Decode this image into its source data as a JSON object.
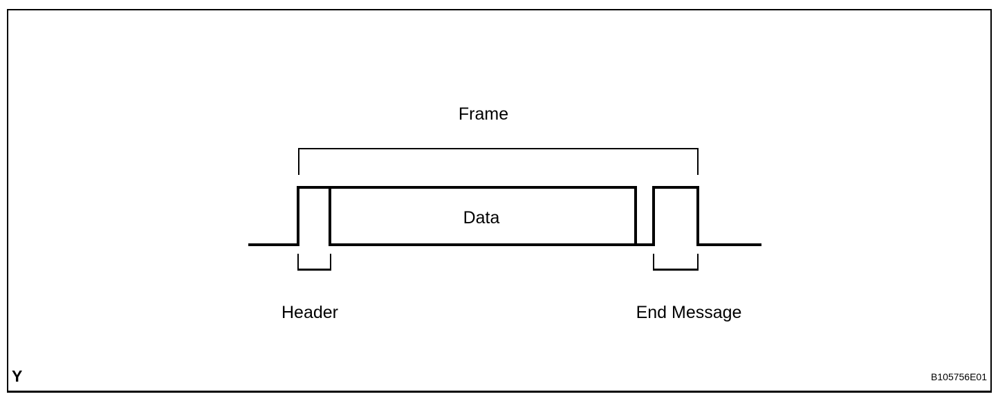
{
  "figure": {
    "labels": {
      "frame": "Frame",
      "data": "Data",
      "header": "Header",
      "end_message": "End Message"
    },
    "corner_mark": "Y",
    "code": "B105756E01",
    "colors": {
      "line": "#000000",
      "background": "#ffffff"
    },
    "diagram_semantics": {
      "type": "signal-frame-structure",
      "sequence": [
        "Header",
        "Data",
        "End Message"
      ],
      "frame_spans": "Header + Data + End Message"
    }
  }
}
